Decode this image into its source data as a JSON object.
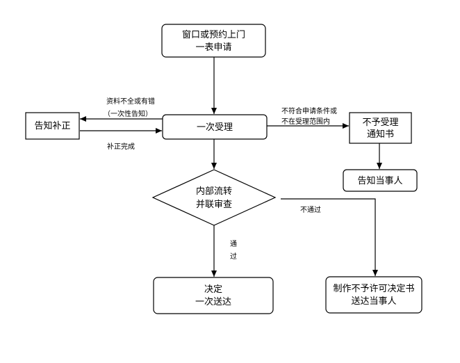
{
  "nodes": {
    "start": [
      "窗口或预约上门",
      "一表申请"
    ],
    "accept": [
      "一次受理"
    ],
    "notify_fix": [
      "告知补正"
    ],
    "reject_notice": [
      "不予受理",
      "通知书"
    ],
    "inform": [
      "告知当事人"
    ],
    "review": [
      "内部流转",
      "并联审查"
    ],
    "approve": [
      "决定",
      "一次送达"
    ],
    "deny": [
      "制作不予许可决定书",
      "送达当事人"
    ]
  },
  "edges": {
    "incomplete": [
      "资料不全或有错",
      "（一次性告知）"
    ],
    "fixed": "补正完成",
    "ineligible": [
      "不符合申请条件或",
      "不在受理范围内"
    ],
    "not_pass": "不通过",
    "pass": [
      "通",
      "过"
    ]
  }
}
